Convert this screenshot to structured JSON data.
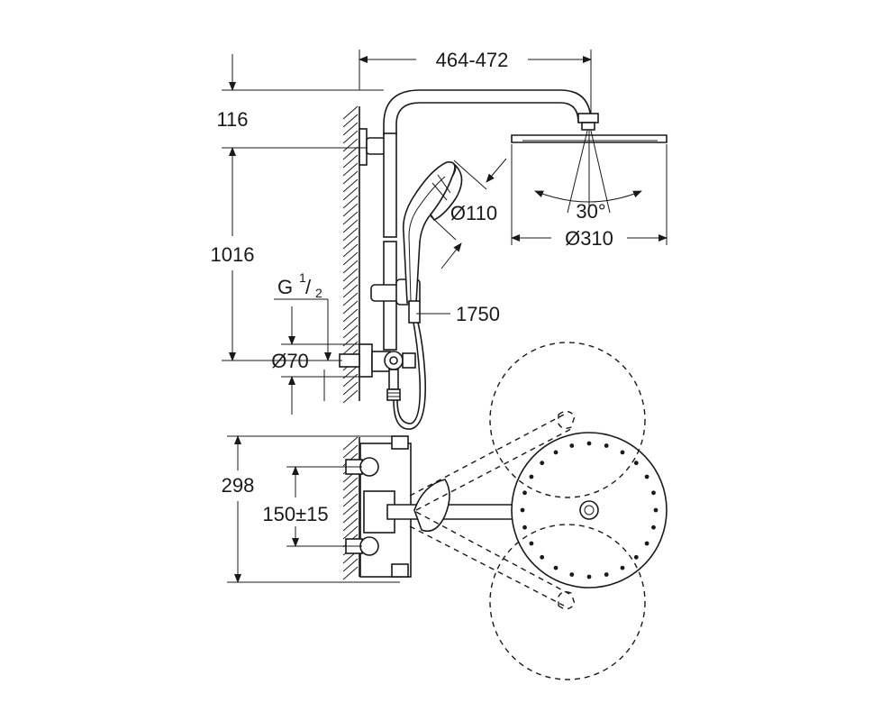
{
  "dimensions": {
    "arm_reach": "464-472",
    "wall_offset": "116",
    "rail_height": "1016",
    "thread": "G",
    "thread_num": "1",
    "thread_den": "2",
    "flange_diameter": "Ø70",
    "hand_shower_diameter": "Ø110",
    "head_shower_diameter": "Ø310",
    "head_angle": "30°",
    "hose_length": "1750",
    "mixer_height": "298",
    "connection_spacing": "150±15"
  }
}
